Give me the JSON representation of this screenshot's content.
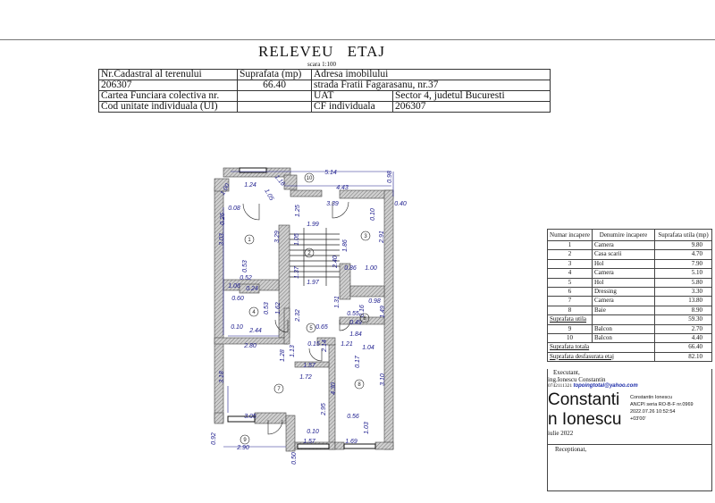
{
  "title": "RELEVEU   ETAJ",
  "scale": "scara 1:100",
  "header_table": {
    "cadastral_label": "Nr.Cadastral al terenului",
    "area_label": "Suprafata (mp)",
    "address_label": "Adresa imobilului",
    "cadastral_value": "206307",
    "area_value": "66.40",
    "address_value": "strada Fratii Fagarasanu, nr.37",
    "cf_collective_label": "Cartea Funciara colectiva nr.",
    "uat_label": "UAT",
    "uat_value": "Sector 4, judetul Bucuresti",
    "ui_label": "Cod unitate individuala (UI)",
    "cf_individual_label": "CF individuala",
    "cf_individual_value": "206307"
  },
  "rooms_table": {
    "headers": [
      "Numar incapere",
      "Denumire incapere",
      "Suprafata utila (mp)"
    ],
    "rows": [
      [
        "1",
        "Camera",
        "9.80"
      ],
      [
        "2",
        "Casa scarii",
        "4.70"
      ],
      [
        "3",
        "Hol",
        "7.90"
      ],
      [
        "4",
        "Camera",
        "5.10"
      ],
      [
        "5",
        "Hol",
        "5.80"
      ],
      [
        "6",
        "Dressing",
        "3.30"
      ],
      [
        "7",
        "Camera",
        "13.80"
      ],
      [
        "8",
        "Baie",
        "8.90"
      ]
    ],
    "useful_label": "Suprafata utila",
    "useful_value": "59.30",
    "balconies": [
      [
        "9",
        "Balcon",
        "2.70"
      ],
      [
        "10",
        "Balcon",
        "4.40"
      ]
    ],
    "total_label": "Suprafata totala",
    "total_value": "66.40",
    "developed_label": "Suprafata desfasurata etaj",
    "developed_value": "82.10"
  },
  "signature": {
    "executant_label": "Executant,",
    "name": "ing.Ionescu Constantin",
    "phone": "0742111321",
    "email": "topoingtotal@yahoo.com",
    "sig_big_1": "Constanti",
    "sig_big_2": "n Ionescu",
    "sig_details": [
      "Constantin Ionescu",
      "ANCPI seria RO-B-F nr.0969",
      "2022.07.26 10:52:54",
      "+03'00'"
    ],
    "date": "iulie 2022",
    "received_label": "Receptionat,"
  },
  "plan": {
    "room_numbers": [
      "1",
      "2",
      "3",
      "4",
      "5",
      "6",
      "7",
      "8",
      "9",
      "10"
    ],
    "dimensions": [
      "5.14",
      "1.16",
      "4.43",
      "0.98",
      "1.24",
      "1.00",
      "1.05",
      "3.39",
      "0.40",
      "0.08",
      "0.26",
      "1.25",
      "1.99",
      "0.10",
      "3.03",
      "3.29",
      "1.05",
      "1.86",
      "2.91",
      "2.40",
      "0.53",
      "1.37",
      "0.86",
      "1.00",
      "0.52",
      "1.97",
      "1.06",
      "0.24",
      "0.60",
      "0.98",
      "1.31",
      "0.53",
      "1.62",
      "0.55",
      "0.16",
      "1.49",
      "2.32",
      "0.65",
      "0.10",
      "2.44",
      "0.49",
      "1.84",
      "2.80",
      "0.15",
      "2.14",
      "1.21",
      "1.04",
      "1.28",
      "1.13",
      "0.17",
      "1.57",
      "1.72",
      "3.18",
      "4.30",
      "3.10",
      "2.95",
      "3.05",
      "0.56",
      "1.03",
      "0.10",
      "1.57",
      "1.69",
      "0.92",
      "2.90",
      "0.50"
    ],
    "colors": {
      "dimension": "#1a1a8c",
      "wall": "#9a9a9a",
      "line": "#222222"
    }
  }
}
